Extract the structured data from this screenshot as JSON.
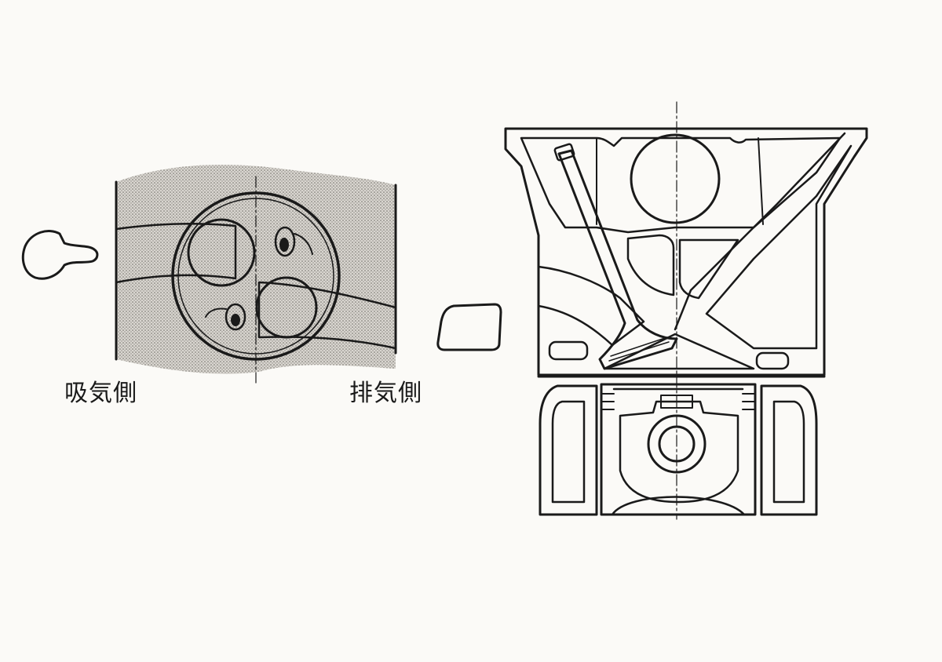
{
  "labels": {
    "intake_side": "吸気側",
    "exhaust_side": "排気側"
  },
  "colors": {
    "ink": "#1a1a1a",
    "paper": "#fbfaf7",
    "stipple": "#c9c6c0"
  },
  "components": [
    "intake-port-section",
    "cylinder-head-plan-view",
    "exhaust-port-section",
    "cylinder-head-cross-section",
    "valve",
    "piston"
  ]
}
